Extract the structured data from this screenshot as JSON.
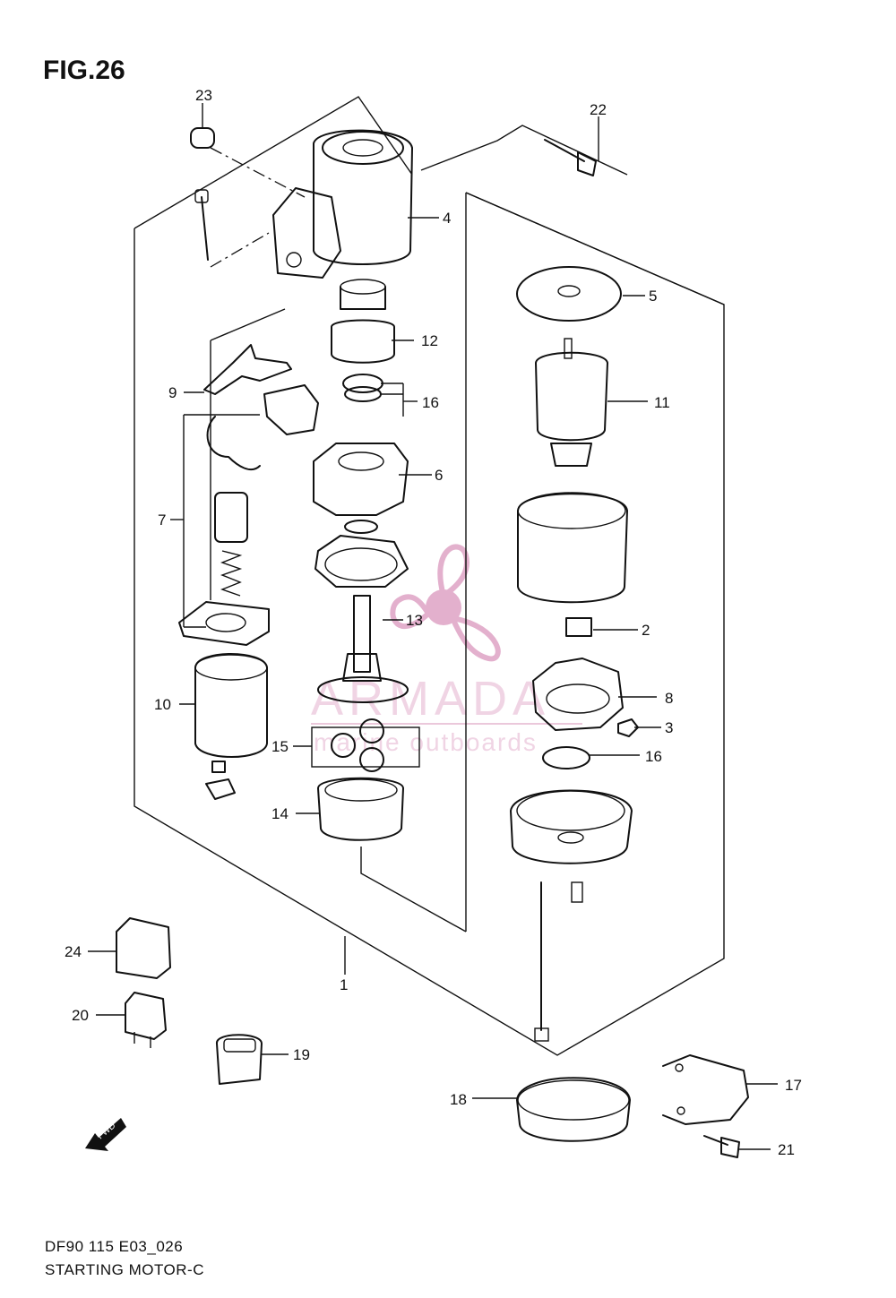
{
  "figure": {
    "title": "FIG.26"
  },
  "footer": {
    "code": "DF90 115 E03_026",
    "name": "STARTING MOTOR-C"
  },
  "watermark": {
    "brand": "ARMADA",
    "tagline": "marine outboards",
    "color": "#e0a8c8"
  },
  "fwd_marker": {
    "label": "FWD"
  },
  "callouts": [
    "1",
    "2",
    "3",
    "4",
    "5",
    "6",
    "7",
    "8",
    "9",
    "10",
    "11",
    "12",
    "13",
    "14",
    "15",
    "16",
    "16",
    "17",
    "18",
    "19",
    "20",
    "21",
    "22",
    "23",
    "24"
  ]
}
